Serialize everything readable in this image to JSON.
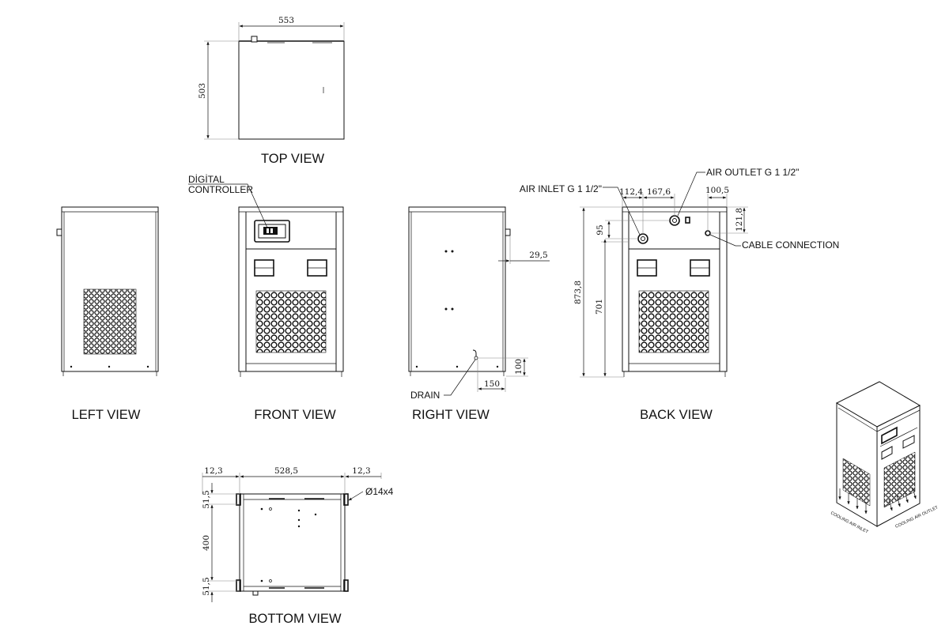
{
  "views": {
    "top": "TOP VIEW",
    "left": "LEFT VIEW",
    "front": "FRONT VIEW",
    "right": "RIGHT VIEW",
    "back": "BACK VIEW",
    "bottom": "BOTTOM VIEW"
  },
  "labels": {
    "digital_controller_1": "DİGİTAL",
    "digital_controller_2": "CONTROLLER",
    "air_inlet": "AIR INLET G 1 1/2\"",
    "air_outlet": "AIR OUTLET G 1 1/2\"",
    "cable_connection": "CABLE CONNECTION",
    "drain": "DRAIN",
    "hole_spec": "Ø14x4",
    "cooling_air_inlet": "COOLING AIR INLET",
    "cooling_air_outlet": "COOLING AIR OUTLET"
  },
  "dimensions": {
    "top_width": "553",
    "top_depth": "503",
    "right_offset": "29,5",
    "drain_height": "100",
    "drain_offset": "150",
    "back_inlet_x": "112,4",
    "back_outlet_x": "167,6",
    "back_cable_x": "100,5",
    "back_cable_y": "121,8",
    "back_inlet_y": "95",
    "back_total_height": "873,8",
    "back_body_height": "701",
    "bottom_left": "12,3",
    "bottom_width": "528,5",
    "bottom_right": "12,3",
    "bottom_edge_top": "51,5",
    "bottom_span": "400",
    "bottom_edge_bottom": "51,5"
  }
}
